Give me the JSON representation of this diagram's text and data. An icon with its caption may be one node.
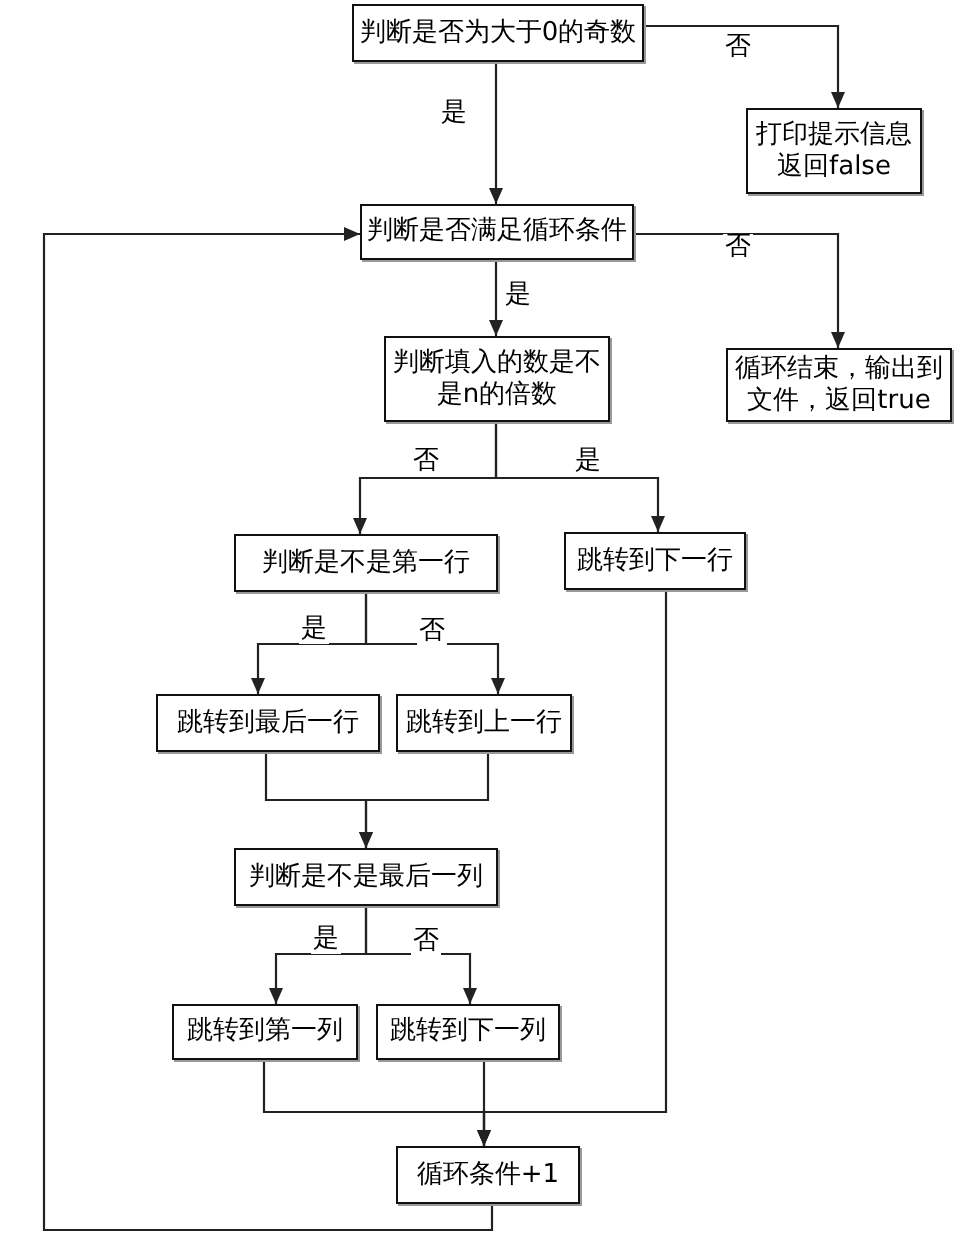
{
  "diagram": {
    "nodes": [
      {
        "text": [
          "判断是否为大于0的奇数"
        ]
      },
      {
        "text": [
          "打印提示信息返回false"
        ]
      },
      {
        "text": [
          "判断是否满足循环条件"
        ]
      },
      {
        "text": [
          "判断填入的数是不是n的倍数"
        ]
      },
      {
        "text": [
          "循环结束，输出到文件，返回true"
        ]
      },
      {
        "text": [
          "判断是不是第一行"
        ]
      },
      {
        "text": [
          "跳转到下一行"
        ]
      },
      {
        "text": [
          "跳转到最后一行"
        ]
      },
      {
        "text": [
          "跳转到上一行"
        ]
      },
      {
        "text": [
          "判断是不是最后一列"
        ]
      },
      {
        "text": [
          "跳转到第一列"
        ]
      },
      {
        "text": [
          "跳转到下一列"
        ]
      },
      {
        "text": [
          "循环条件+1"
        ]
      }
    ],
    "edges": [
      {
        "from": 0,
        "to": 2,
        "arrow": "to",
        "label": "是"
      },
      {
        "from": 0,
        "to": 1,
        "arrow": "to",
        "label": "否"
      },
      {
        "from": 2,
        "to": 3,
        "arrow": "to",
        "label": "是"
      },
      {
        "from": 2,
        "to": 4,
        "arrow": "to",
        "label": "否"
      },
      {
        "from": 3,
        "to": 5,
        "arrow": "to",
        "label": "否"
      },
      {
        "from": 3,
        "to": 6,
        "arrow": "to",
        "label": "是"
      },
      {
        "from": 5,
        "to": 7,
        "arrow": "to",
        "label": "是"
      },
      {
        "from": 5,
        "to": 8,
        "arrow": "to",
        "label": "否"
      },
      {
        "from": 7,
        "to": 9,
        "arrow": "to"
      },
      {
        "from": 8,
        "to": 9,
        "arrow": "to"
      },
      {
        "from": 9,
        "to": 10,
        "arrow": "to",
        "label": "是"
      },
      {
        "from": 9,
        "to": 11,
        "arrow": "to",
        "label": "否"
      },
      {
        "from": 10,
        "to": 12,
        "arrow": "to"
      },
      {
        "from": 11,
        "to": 12,
        "arrow": "to"
      },
      {
        "from": 6,
        "to": 12,
        "arrow": "to"
      },
      {
        "from": 12,
        "to": 2,
        "arrow": "to"
      }
    ]
  }
}
